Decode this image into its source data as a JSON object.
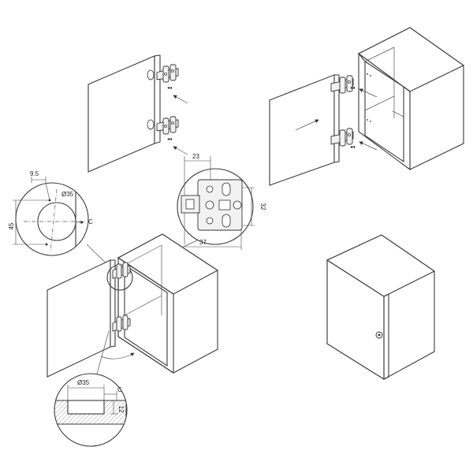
{
  "dimensions": {
    "cup_offset": "9.5",
    "cup_diameter": "Ø35",
    "edge_distance_label": "C",
    "cup_height": "45",
    "plate_width": "23",
    "plate_height": "32",
    "plate_length": "37",
    "section_diameter": "Ø35",
    "section_edge_label": "C",
    "cup_depth": "12"
  },
  "colors": {
    "line": "#3a3a3a",
    "section_hatch": "#dcdcdc"
  },
  "icons": {
    "hinge": "concealed-cup-hinge",
    "arrow": "assembly-arrow",
    "knob": "door-knob"
  }
}
